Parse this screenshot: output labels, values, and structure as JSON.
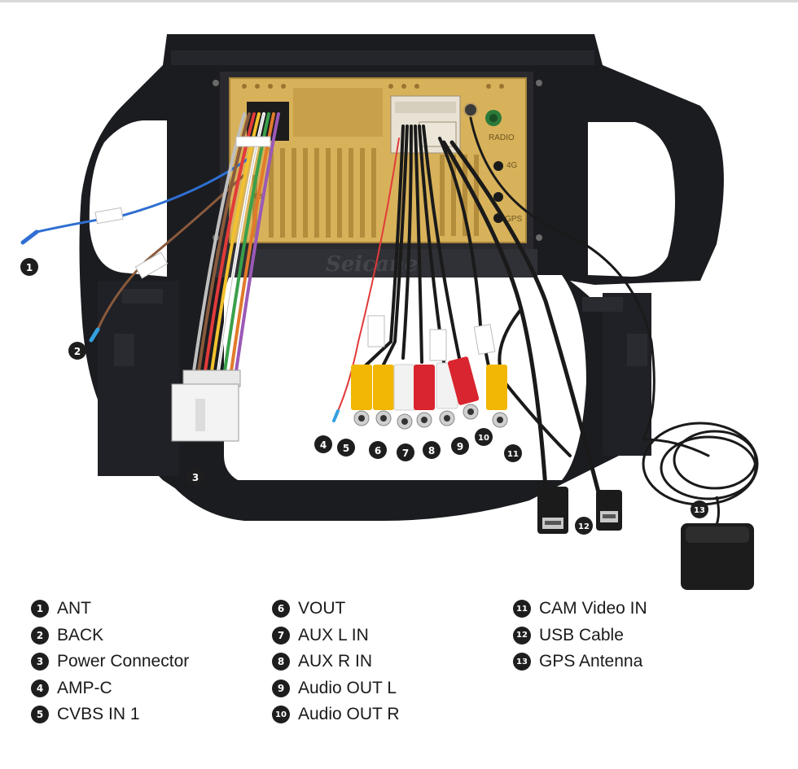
{
  "watermark": "Seicane",
  "unit_labels": {
    "radio": "RADIO",
    "fourg": "4G",
    "gps": "GPS",
    "sixtyeight": "68"
  },
  "callouts": [
    {
      "num": "1"
    },
    {
      "num": "2"
    },
    {
      "num": "3"
    },
    {
      "num": "4"
    },
    {
      "num": "5"
    },
    {
      "num": "6"
    },
    {
      "num": "7"
    },
    {
      "num": "8"
    },
    {
      "num": "9"
    },
    {
      "num": "10"
    },
    {
      "num": "11"
    },
    {
      "num": "12"
    },
    {
      "num": "13"
    }
  ],
  "legend": {
    "col1": [
      {
        "num": "1",
        "label": "ANT"
      },
      {
        "num": "2",
        "label": "BACK"
      },
      {
        "num": "3",
        "label": "Power Connector"
      },
      {
        "num": "4",
        "label": "AMP-C"
      },
      {
        "num": "5",
        "label": "CVBS IN 1"
      }
    ],
    "col2": [
      {
        "num": "6",
        "label": "VOUT"
      },
      {
        "num": "7",
        "label": "AUX L IN"
      },
      {
        "num": "8",
        "label": "AUX R IN"
      },
      {
        "num": "9",
        "label": "Audio OUT L"
      },
      {
        "num": "10",
        "label": "Audio OUT R"
      }
    ],
    "col3": [
      {
        "num": "11",
        "label": "CAM Video IN"
      },
      {
        "num": "12",
        "label": "USB Cable"
      },
      {
        "num": "13",
        "label": "GPS Antenna"
      }
    ]
  },
  "colors": {
    "frame": "#1a1b1f",
    "unit": "#d8b25a",
    "rca_yellow": "#f2b705",
    "rca_red": "#d9252f",
    "rca_white": "#f2f2f2",
    "badge": "#1e1e1e"
  }
}
